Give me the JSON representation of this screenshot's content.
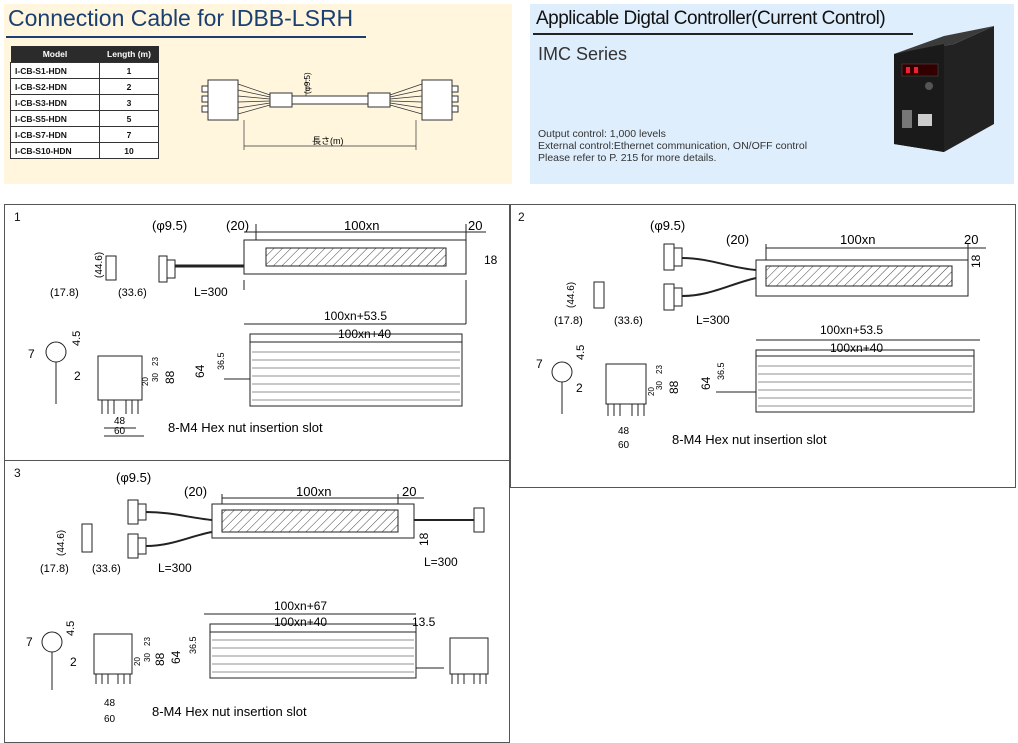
{
  "header_left": {
    "title": "Connection Cable for IDBB-LSRH",
    "table": {
      "columns": [
        "Model",
        "Length (m)"
      ],
      "rows": [
        [
          "I-CB-S1-HDN",
          "1"
        ],
        [
          "I-CB-S2-HDN",
          "2"
        ],
        [
          "I-CB-S3-HDN",
          "3"
        ],
        [
          "I-CB-S5-HDN",
          "5"
        ],
        [
          "I-CB-S7-HDN",
          "7"
        ],
        [
          "I-CB-S10-HDN",
          "10"
        ]
      ]
    },
    "cable_diameter": "(φ9.5)",
    "cable_length": "長さ(m)"
  },
  "header_right": {
    "title": "Applicable Digtal Controller(Current Control)",
    "series": "IMC Series",
    "spec_lines": [
      "Output control: 1,000 levels",
      "External control:Ethernet communication, ON/OFF control",
      "Please refer to P. 215 for more details."
    ]
  },
  "drawings": {
    "d1": {
      "number": "1"
    },
    "d2": {
      "number": "2"
    },
    "d3": {
      "number": "3"
    }
  },
  "dims": {
    "phi": "(φ9.5)",
    "d20l": "(20)",
    "d100xn": "100xn",
    "d20r": "20",
    "d18": "18",
    "d446": "(44.6)",
    "d178": "(17.8)",
    "d336": "(33.6)",
    "l300": "L=300",
    "d5353": "100xn+53.5",
    "d67": "100xn+67",
    "d40": "100xn+40",
    "d135": "13.5",
    "d45": "4.5",
    "d7": "7",
    "d2": "2",
    "d64": "64",
    "d365": "36.5",
    "d23": "23",
    "d30": "30",
    "d20": "20",
    "d88": "88",
    "d48": "48",
    "d60": "60",
    "slot": "8-M4 Hex nut insertion slot"
  },
  "colors": {
    "title_blue": "#1a3f72",
    "left_bg": "#fff6dd",
    "right_bg": "#dfeefc"
  },
  "icons": [
    "controller-device-icon"
  ]
}
